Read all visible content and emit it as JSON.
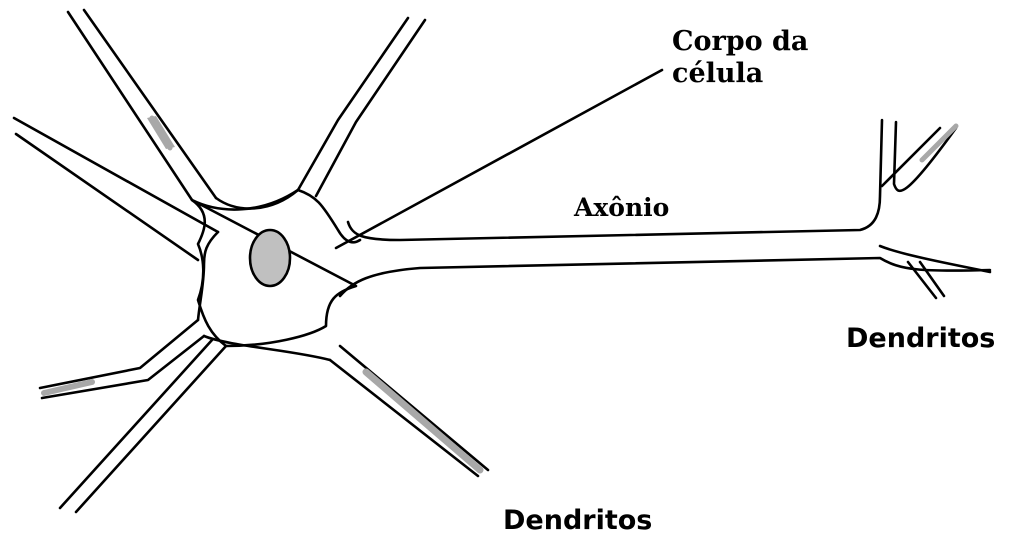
{
  "labels": {
    "cell_body_line1": "Corpo da",
    "cell_body_line2": "célula",
    "axon": "Axônio",
    "dendrites_right": "Dendritos",
    "dendrites_bottom": "Dendritos"
  },
  "colors": {
    "outline": "#000000",
    "nucleus_fill": "#c0c0c0",
    "dendrite_tip_fill": "#a8a8a8",
    "background": "#ffffff"
  }
}
